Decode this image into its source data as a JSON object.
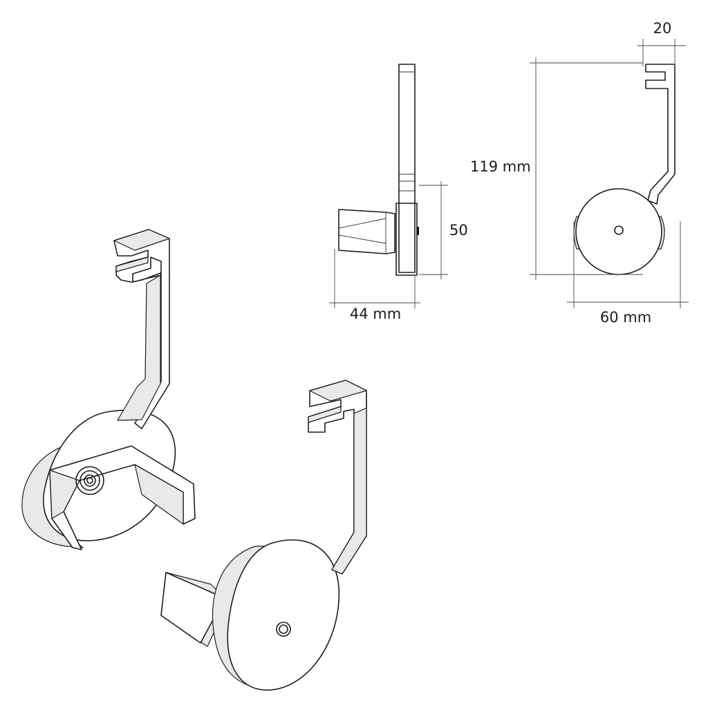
{
  "dimensions": {
    "height": "119 mm",
    "depth": "44 mm",
    "width": "60 mm",
    "disc_offset": "50",
    "hook_width": "20"
  }
}
